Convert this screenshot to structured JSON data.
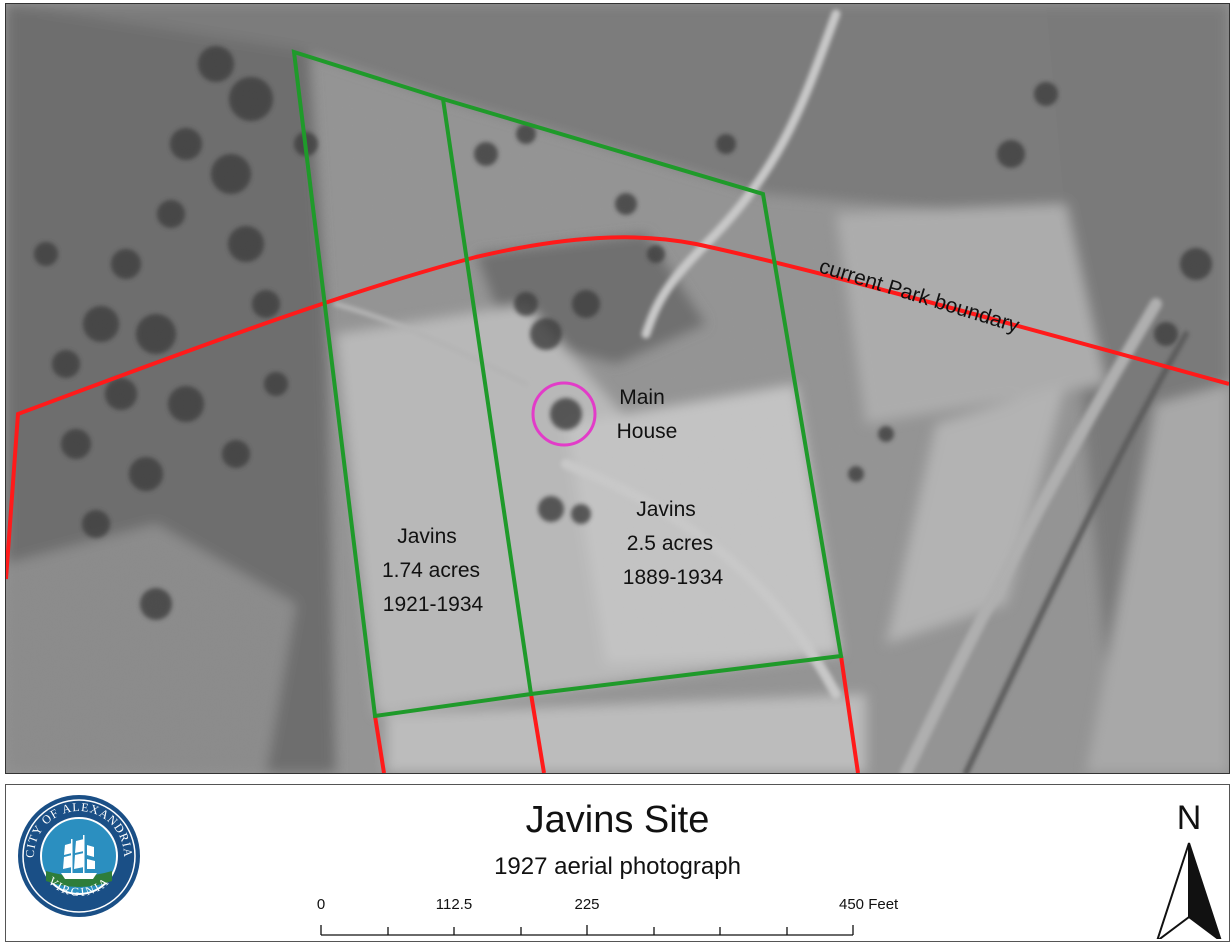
{
  "map": {
    "labels": {
      "park_boundary": "current Park boundary",
      "main_house_line1": "Main",
      "main_house_line2": "House",
      "parcel_west_name": "Javins",
      "parcel_west_area": "1.74 acres",
      "parcel_west_years": "1921-1934",
      "parcel_east_name": "Javins",
      "parcel_east_area": "2.5 acres",
      "parcel_east_years": "1889-1934"
    },
    "colors": {
      "parcel_outline": "#1f9a2a",
      "park_boundary": "#ff1a1a",
      "house_marker": "#e23cc8"
    }
  },
  "legend": {
    "title": "Javins Site",
    "subtitle": "1927 aerial photograph",
    "seal_text_top": "CITY OF ALEXANDRIA",
    "seal_text_bottom": "VIRGINIA",
    "scale": {
      "ticks": [
        "0",
        "112.5",
        "225",
        "450 Feet"
      ]
    },
    "north_label": "N"
  }
}
